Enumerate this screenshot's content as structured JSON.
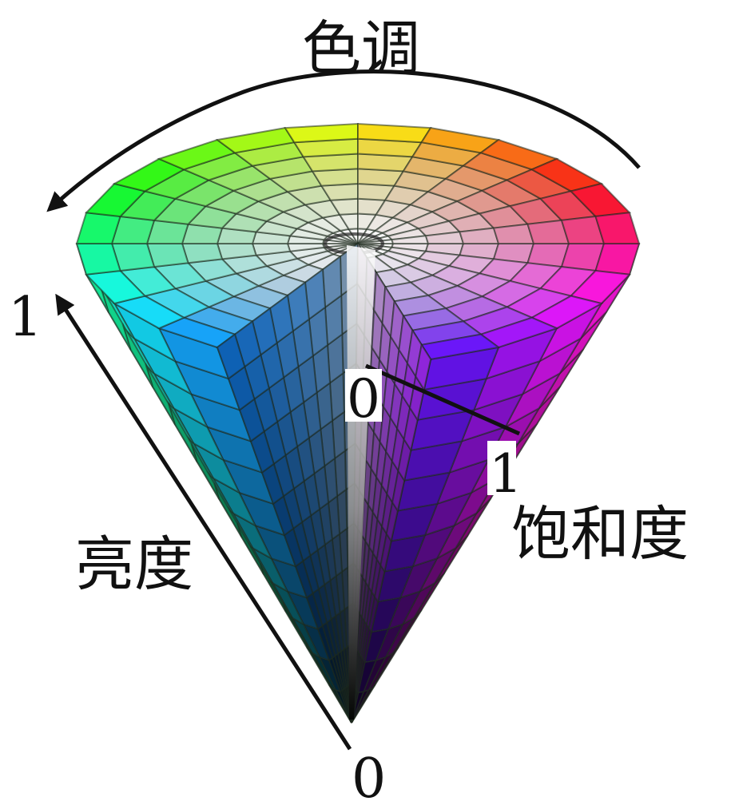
{
  "labels": {
    "hue": "色调",
    "value": "亮度",
    "saturation": "饱和度",
    "value_max": "1",
    "value_min": "0",
    "saturation_min": "0",
    "saturation_max": "1"
  },
  "colors": {
    "black": "#000000",
    "white": "#ffffff",
    "background": "#ffffff",
    "text": "#111111"
  }
}
